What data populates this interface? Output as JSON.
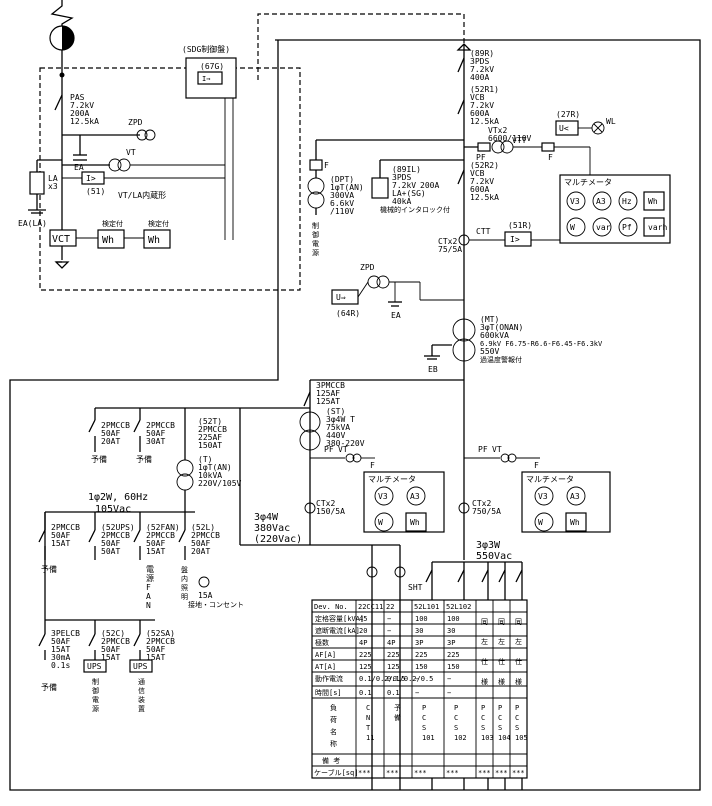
{
  "sdg_panel": "(SDG制御盤)",
  "sdg_relay": "(67G)",
  "pas": [
    "PAS",
    "7.2kV",
    "200A",
    "12.5kA"
  ],
  "zpd_top": "ZPD",
  "vt_top": "VT",
  "ea_top": "EA",
  "la": [
    "LA",
    "x3"
  ],
  "relay51_top": "(51)",
  "ea_la": "EA(LA)",
  "vt_la_label": "VT/LA内蔵形",
  "vct": "VCT",
  "wh": "Wh",
  "meter_tag": "検定付",
  "ds89r": [
    "(89R)",
    "3PDS",
    "7.2kV",
    "400A"
  ],
  "vcb52r1": [
    "(52R1)",
    "VCB",
    "7.2kV",
    "600A",
    "12.5kA"
  ],
  "relay27r": "(27R)",
  "wl": "WL",
  "vt2": [
    "VTx2",
    "6600/110V"
  ],
  "pf": "PF",
  "vtt": "VTT",
  "f": "F",
  "dpt": [
    "(DPT)",
    "1φT(AN)",
    "300VA",
    "6.6kV",
    "/110V"
  ],
  "dpt_note": [
    "制",
    "御",
    "電",
    "源"
  ],
  "ds89l": [
    "(89IL)",
    "3PDS",
    "7.2kV",
    "200A",
    "LA+(SG)",
    "40kA",
    "機械的インタロック付"
  ],
  "vcb52r2": [
    "(52R2)",
    "VCB",
    "7.2kV",
    "600A",
    "12.5kA"
  ],
  "multimeter": "マルチメータ",
  "mm_main": [
    "V3",
    "A3",
    "Hz",
    "Wh",
    "W",
    "var",
    "Pf",
    "varh"
  ],
  "ct2": [
    "CTx2",
    "75/5A"
  ],
  "ctt": "CTT",
  "relay51r": "(51R)",
  "zpd_mid": "ZPD",
  "relay64r": "(64R)",
  "ea_mid": "EA",
  "mtr": [
    "(MT)",
    "3φT(ONAN)",
    "600kVA",
    "6.9kV F6.75-R6.6-F6.45-F6.3kV",
    "550V",
    "過温度警報付"
  ],
  "eb": "EB",
  "mccb_st": [
    "3PMCCB",
    "125AF",
    "125AT"
  ],
  "st_tr": [
    "(ST)",
    "3φ4W T",
    "75kVA",
    "440V",
    "380-220V"
  ],
  "mm_left": [
    "V3",
    "A3",
    "W",
    "Wh"
  ],
  "ct_left": [
    "CTx2",
    "150/5A"
  ],
  "mm_right": [
    "V3",
    "A3",
    "W",
    "Wh"
  ],
  "ct_right": [
    "CTx2",
    "750/5A"
  ],
  "pf_vt": [
    "PF",
    "VT"
  ],
  "mccb_small": [
    [
      "2PMCCB",
      "50AF",
      "20AT"
    ],
    [
      "2PMCCB",
      "50AF",
      "30AT"
    ]
  ],
  "mccb_52t": [
    "(52T)",
    "2PMCCB",
    "225AF",
    "150AT"
  ],
  "t_tr": [
    "(T)",
    "1φT(AN)",
    "10kVA",
    "220V/105V"
  ],
  "yobi": "予備",
  "supply_1p": [
    "1φ2W, 60Hz",
    "105Vac"
  ],
  "mccb_52ups": [
    "(52UPS)",
    "2PMCCB",
    "50AF",
    "50AT"
  ],
  "mccb_52fan": [
    "(52FAN)",
    "2PMCCB",
    "50AF",
    "15AT"
  ],
  "mccb_52l": [
    "(52L)",
    "2PMCCB",
    "50AF",
    "20AT"
  ],
  "mccb_row2_first": [
    "2PMCCB",
    "50AF",
    "15AT"
  ],
  "fan_label": [
    "電",
    "源",
    "F",
    "A",
    "N"
  ],
  "lighting": [
    "盤",
    "内",
    "照",
    "明"
  ],
  "outlet": [
    "15A",
    "接地・コンセント"
  ],
  "supply_3p4": [
    "3φ4W",
    "380Vac",
    "(220Vac)"
  ],
  "supply_3p3": [
    "3φ3W",
    "550Vac"
  ],
  "sht": "SHT",
  "elcb": [
    "3PELCB",
    "50AF",
    "15AT",
    "30mA",
    "0.1s"
  ],
  "mccb_52c": [
    "(52C)",
    "2PMCCB",
    "50AF",
    "15AT"
  ],
  "mccb_52sa": [
    "(52SA)",
    "2PMCCB",
    "50AF",
    "15AT"
  ],
  "ups": "UPS",
  "ctrl_power": [
    "制",
    "御",
    "電",
    "源"
  ],
  "comm_power": [
    "通",
    "信",
    "装",
    "置"
  ],
  "table": {
    "headers": [
      "Dev. No.",
      "22CC11",
      "22",
      "52L101",
      "52L102"
    ],
    "rows": [
      [
        "定格容量[kVA]",
        "45",
        "−",
        "100",
        "100"
      ],
      [
        "遮断電流[kA]",
        "20",
        "−",
        "30",
        "30"
      ],
      [
        "極数",
        "4P",
        "4P",
        "3P",
        "3P"
      ],
      [
        "AF[A]",
        "225",
        "225",
        "225",
        "225"
      ],
      [
        "AT[A]",
        "125",
        "125",
        "150",
        "150"
      ],
      [
        "動作電流",
        "0.1/0.2/0.5",
        "0.1/0.2/0.5",
        "−",
        "−"
      ],
      [
        "時間[s]",
        "0.1",
        "0.1",
        "−",
        "−"
      ]
    ],
    "load_label": [
      "負",
      "荷",
      "名",
      "称"
    ],
    "loads": [
      [
        "C",
        "N",
        "T",
        "11"
      ],
      [
        "予",
        "備"
      ],
      [
        "P",
        "C",
        "S",
        "101"
      ],
      [
        "P",
        "C",
        "S",
        "102"
      ],
      [
        "P",
        "C",
        "S",
        "103"
      ],
      [
        "P",
        "C",
        "S",
        "104"
      ],
      [
        "P",
        "C",
        "S",
        "105"
      ]
    ],
    "same_spec": [
      "同",
      "左",
      "仕",
      "様"
    ],
    "remarks": "備 考",
    "cable": "ケーブル[sq]",
    "cable_value": "***"
  }
}
